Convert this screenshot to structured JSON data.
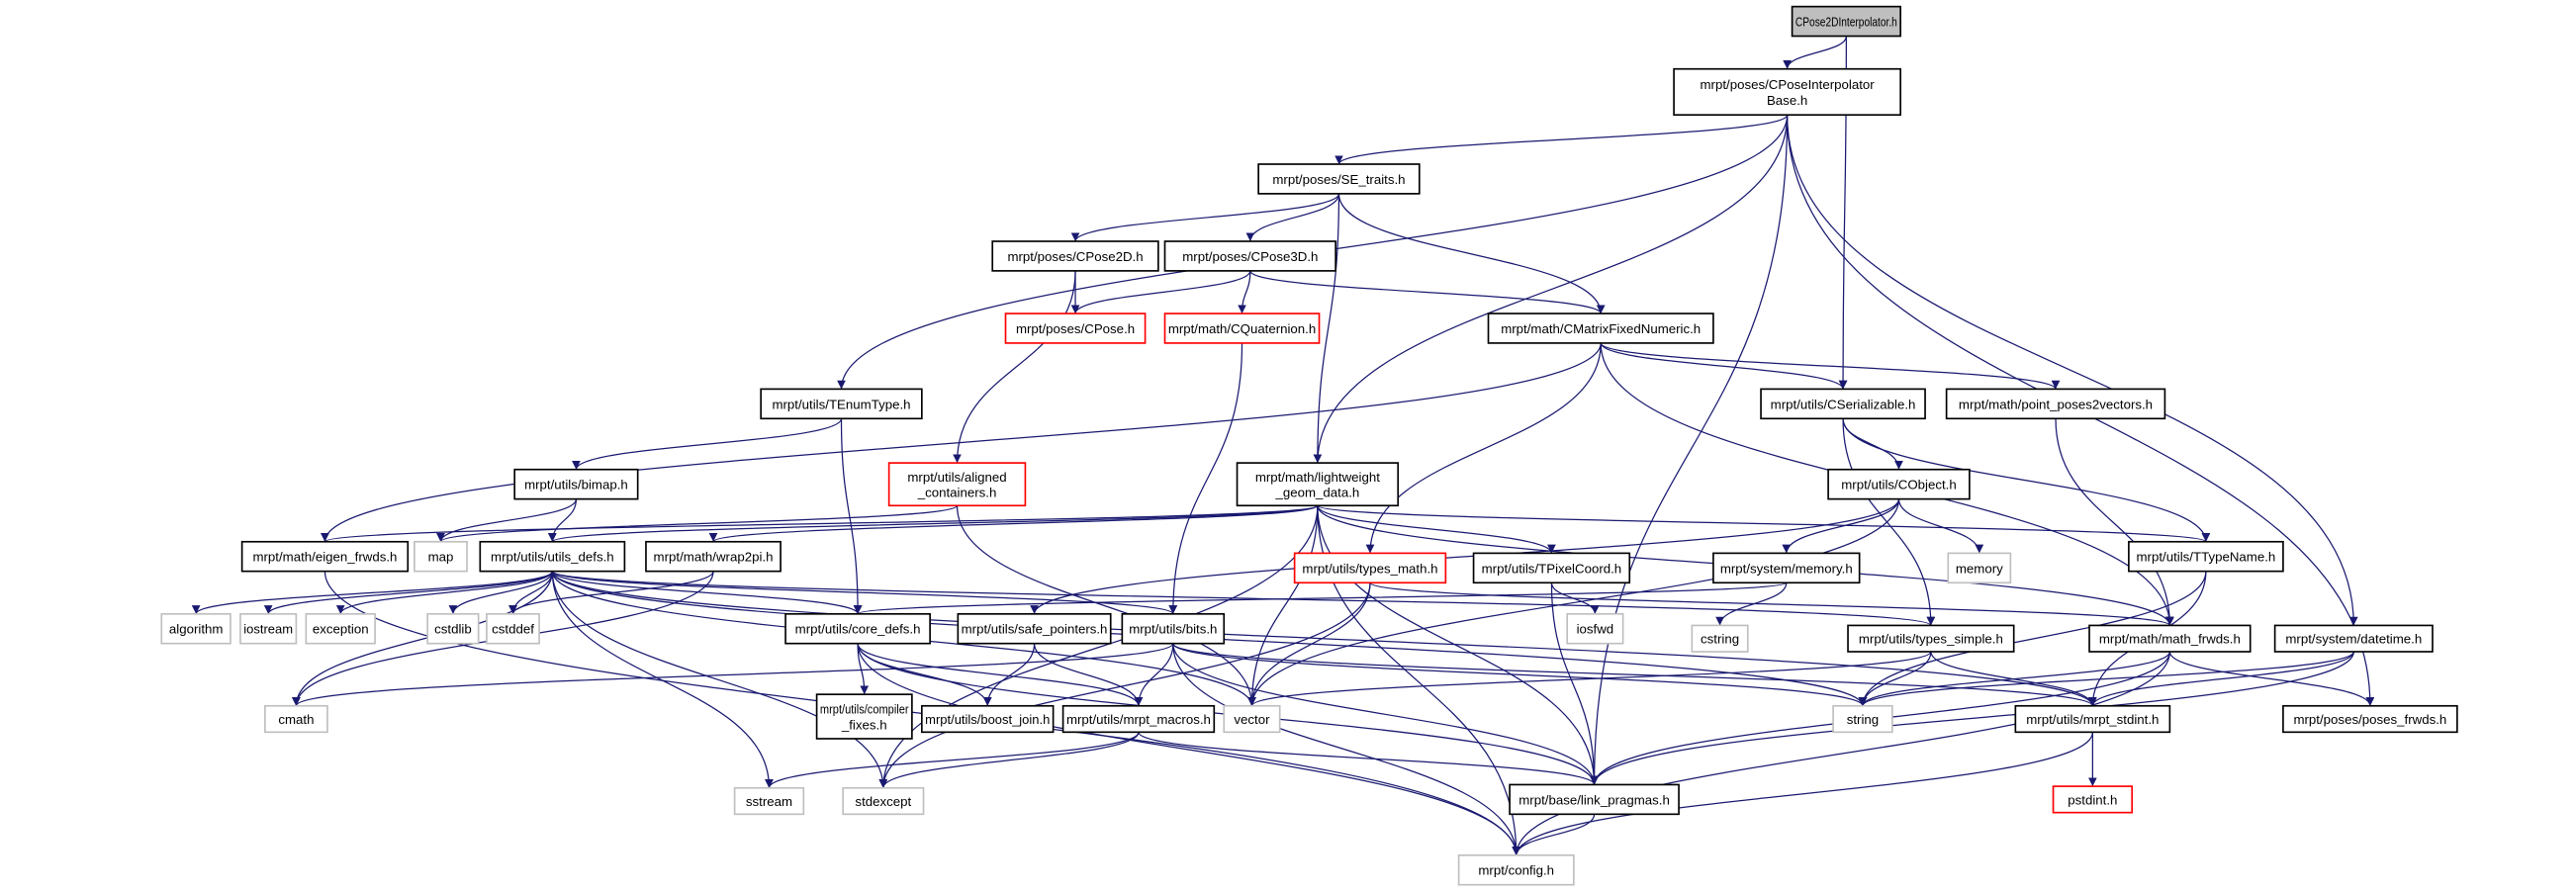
{
  "graph": {
    "title": "CPose2DInterpolator.h",
    "colors": {
      "edge": "#191970",
      "root_fill": "#bfbfbf",
      "missing_border": "#ff0000",
      "system_border": "#bfbfbf"
    },
    "nodes": [
      {
        "id": "interp",
        "lines": [
          "CPose2DInterpolator.h"
        ],
        "style": "root"
      },
      {
        "id": "base",
        "lines": [
          "mrpt/poses/CPoseInterpolator",
          "Base.h"
        ],
        "style": "normal"
      },
      {
        "id": "se_traits",
        "lines": [
          "mrpt/poses/SE_traits.h"
        ],
        "style": "normal"
      },
      {
        "id": "cpose2d",
        "lines": [
          "mrpt/poses/CPose2D.h"
        ],
        "style": "normal"
      },
      {
        "id": "cpose3d",
        "lines": [
          "mrpt/poses/CPose3D.h"
        ],
        "style": "normal"
      },
      {
        "id": "cpose",
        "lines": [
          "mrpt/poses/CPose.h"
        ],
        "style": "red"
      },
      {
        "id": "cquat",
        "lines": [
          "mrpt/math/CQuaternion.h"
        ],
        "style": "red"
      },
      {
        "id": "cmatfix",
        "lines": [
          "mrpt/math/CMatrixFixedNumeric.h"
        ],
        "style": "normal"
      },
      {
        "id": "tenum",
        "lines": [
          "mrpt/utils/TEnumType.h"
        ],
        "style": "normal"
      },
      {
        "id": "cserial",
        "lines": [
          "mrpt/utils/CSerializable.h"
        ],
        "style": "normal"
      },
      {
        "id": "pp2v",
        "lines": [
          "mrpt/math/point_poses2vectors.h"
        ],
        "style": "normal"
      },
      {
        "id": "bimap",
        "lines": [
          "mrpt/utils/bimap.h"
        ],
        "style": "normal"
      },
      {
        "id": "aligned",
        "lines": [
          "mrpt/utils/aligned",
          "_containers.h"
        ],
        "style": "red"
      },
      {
        "id": "lwgeom",
        "lines": [
          "mrpt/math/lightweight",
          "_geom_data.h"
        ],
        "style": "normal"
      },
      {
        "id": "cobject",
        "lines": [
          "mrpt/utils/CObject.h"
        ],
        "style": "normal"
      },
      {
        "id": "eigen",
        "lines": [
          "mrpt/math/eigen_frwds.h"
        ],
        "style": "normal"
      },
      {
        "id": "map",
        "lines": [
          "map"
        ],
        "style": "gray"
      },
      {
        "id": "utilsdefs",
        "lines": [
          "mrpt/utils/utils_defs.h"
        ],
        "style": "normal"
      },
      {
        "id": "wrap2pi",
        "lines": [
          "mrpt/math/wrap2pi.h"
        ],
        "style": "normal"
      },
      {
        "id": "typesmath",
        "lines": [
          "mrpt/utils/types_math.h"
        ],
        "style": "red"
      },
      {
        "id": "tpixel",
        "lines": [
          "mrpt/utils/TPixelCoord.h"
        ],
        "style": "normal"
      },
      {
        "id": "sysmem",
        "lines": [
          "mrpt/system/memory.h"
        ],
        "style": "normal"
      },
      {
        "id": "memory",
        "lines": [
          "memory"
        ],
        "style": "gray"
      },
      {
        "id": "ttypename",
        "lines": [
          "mrpt/utils/TTypeName.h"
        ],
        "style": "normal"
      },
      {
        "id": "algorithm",
        "lines": [
          "algorithm"
        ],
        "style": "gray"
      },
      {
        "id": "iostream",
        "lines": [
          "iostream"
        ],
        "style": "gray"
      },
      {
        "id": "exception",
        "lines": [
          "exception"
        ],
        "style": "gray"
      },
      {
        "id": "cstdlib",
        "lines": [
          "cstdlib"
        ],
        "style": "gray"
      },
      {
        "id": "cstddef",
        "lines": [
          "cstddef"
        ],
        "style": "gray"
      },
      {
        "id": "coredefs",
        "lines": [
          "mrpt/utils/core_defs.h"
        ],
        "style": "normal"
      },
      {
        "id": "safeptr",
        "lines": [
          "mrpt/utils/safe_pointers.h"
        ],
        "style": "normal"
      },
      {
        "id": "bits",
        "lines": [
          "mrpt/utils/bits.h"
        ],
        "style": "normal"
      },
      {
        "id": "iosfwd",
        "lines": [
          "iosfwd"
        ],
        "style": "gray"
      },
      {
        "id": "cstring",
        "lines": [
          "cstring"
        ],
        "style": "gray"
      },
      {
        "id": "typessimple",
        "lines": [
          "mrpt/utils/types_simple.h"
        ],
        "style": "normal"
      },
      {
        "id": "mathfrwds",
        "lines": [
          "mrpt/math/math_frwds.h"
        ],
        "style": "normal"
      },
      {
        "id": "datetime",
        "lines": [
          "mrpt/system/datetime.h"
        ],
        "style": "normal"
      },
      {
        "id": "cmath",
        "lines": [
          "cmath"
        ],
        "style": "gray"
      },
      {
        "id": "compfix",
        "lines": [
          "mrpt/utils/compiler",
          "_fixes.h"
        ],
        "style": "normal"
      },
      {
        "id": "boostjoin",
        "lines": [
          "mrpt/utils/boost_join.h"
        ],
        "style": "normal"
      },
      {
        "id": "macros",
        "lines": [
          "mrpt/utils/mrpt_macros.h"
        ],
        "style": "normal"
      },
      {
        "id": "vector",
        "lines": [
          "vector"
        ],
        "style": "gray"
      },
      {
        "id": "string",
        "lines": [
          "string"
        ],
        "style": "gray"
      },
      {
        "id": "stdint",
        "lines": [
          "mrpt/utils/mrpt_stdint.h"
        ],
        "style": "normal"
      },
      {
        "id": "posesfrwds",
        "lines": [
          "mrpt/poses/poses_frwds.h"
        ],
        "style": "normal"
      },
      {
        "id": "sstream",
        "lines": [
          "sstream"
        ],
        "style": "gray"
      },
      {
        "id": "stdexcept",
        "lines": [
          "stdexcept"
        ],
        "style": "gray"
      },
      {
        "id": "linkprag",
        "lines": [
          "mrpt/base/link_pragmas.h"
        ],
        "style": "normal"
      },
      {
        "id": "pstdint",
        "lines": [
          "pstdint.h"
        ],
        "style": "red"
      },
      {
        "id": "config",
        "lines": [
          "mrpt/config.h"
        ],
        "style": "gray"
      }
    ],
    "edges": [
      [
        "interp",
        "base"
      ],
      [
        "interp",
        "cserial"
      ],
      [
        "base",
        "se_traits"
      ],
      [
        "base",
        "tenum"
      ],
      [
        "base",
        "lwgeom"
      ],
      [
        "base",
        "datetime"
      ],
      [
        "base",
        "posesfrwds"
      ],
      [
        "base",
        "linkprag"
      ],
      [
        "se_traits",
        "cpose2d"
      ],
      [
        "se_traits",
        "cpose3d"
      ],
      [
        "se_traits",
        "cmatfix"
      ],
      [
        "se_traits",
        "lwgeom"
      ],
      [
        "cpose2d",
        "cpose"
      ],
      [
        "cpose2d",
        "aligned"
      ],
      [
        "cpose3d",
        "cpose"
      ],
      [
        "cpose3d",
        "cquat"
      ],
      [
        "cpose3d",
        "cmatfix"
      ],
      [
        "cquat",
        "bits"
      ],
      [
        "cmatfix",
        "eigen"
      ],
      [
        "cmatfix",
        "typesmath"
      ],
      [
        "cmatfix",
        "cserial"
      ],
      [
        "cmatfix",
        "pp2v"
      ],
      [
        "cmatfix",
        "mathfrwds"
      ],
      [
        "tenum",
        "bimap"
      ],
      [
        "tenum",
        "coredefs"
      ],
      [
        "cserial",
        "cobject"
      ],
      [
        "cserial",
        "ttypename"
      ],
      [
        "cserial",
        "typessimple"
      ],
      [
        "pp2v",
        "mathfrwds"
      ],
      [
        "bimap",
        "map"
      ],
      [
        "bimap",
        "utilsdefs"
      ],
      [
        "aligned",
        "map"
      ],
      [
        "aligned",
        "vector"
      ],
      [
        "lwgeom",
        "eigen"
      ],
      [
        "lwgeom",
        "utilsdefs"
      ],
      [
        "lwgeom",
        "wrap2pi"
      ],
      [
        "lwgeom",
        "tpixel"
      ],
      [
        "lwgeom",
        "ttypename"
      ],
      [
        "lwgeom",
        "mathfrwds"
      ],
      [
        "lwgeom",
        "vector"
      ],
      [
        "lwgeom",
        "stdexcept"
      ],
      [
        "lwgeom",
        "config"
      ],
      [
        "lwgeom",
        "linkprag"
      ],
      [
        "cobject",
        "memory"
      ],
      [
        "cobject",
        "sysmem"
      ],
      [
        "cobject",
        "vector"
      ],
      [
        "cobject",
        "safeptr"
      ],
      [
        "utilsdefs",
        "algorithm"
      ],
      [
        "utilsdefs",
        "iostream"
      ],
      [
        "utilsdefs",
        "exception"
      ],
      [
        "utilsdefs",
        "cstdlib"
      ],
      [
        "utilsdefs",
        "cstddef"
      ],
      [
        "utilsdefs",
        "cmath"
      ],
      [
        "utilsdefs",
        "coredefs"
      ],
      [
        "utilsdefs",
        "bits"
      ],
      [
        "utilsdefs",
        "typessimple"
      ],
      [
        "utilsdefs",
        "stdint"
      ],
      [
        "utilsdefs",
        "vector"
      ],
      [
        "utilsdefs",
        "string"
      ],
      [
        "utilsdefs",
        "sstream"
      ],
      [
        "utilsdefs",
        "stdexcept"
      ],
      [
        "eigen",
        "config"
      ],
      [
        "wrap2pi",
        "cstddef"
      ],
      [
        "wrap2pi",
        "cmath"
      ],
      [
        "typesmath",
        "vector"
      ],
      [
        "typesmath",
        "mathfrwds"
      ],
      [
        "typesmath",
        "stdexcept"
      ],
      [
        "tpixel",
        "iosfwd"
      ],
      [
        "tpixel",
        "linkprag"
      ],
      [
        "sysmem",
        "cstring"
      ],
      [
        "sysmem",
        "coredefs"
      ],
      [
        "ttypename",
        "string"
      ],
      [
        "ttypename",
        "stdint"
      ],
      [
        "coredefs",
        "compfix"
      ],
      [
        "coredefs",
        "boostjoin"
      ],
      [
        "coredefs",
        "macros"
      ],
      [
        "coredefs",
        "linkprag"
      ],
      [
        "coredefs",
        "config"
      ],
      [
        "safeptr",
        "boostjoin"
      ],
      [
        "safeptr",
        "macros"
      ],
      [
        "bits",
        "cmath"
      ],
      [
        "bits",
        "macros"
      ],
      [
        "bits",
        "linkprag"
      ],
      [
        "bits",
        "config"
      ],
      [
        "bits",
        "stdint"
      ],
      [
        "bits",
        "string"
      ],
      [
        "typessimple",
        "vector"
      ],
      [
        "typessimple",
        "string"
      ],
      [
        "typessimple",
        "stdint"
      ],
      [
        "mathfrwds",
        "string"
      ],
      [
        "mathfrwds",
        "posesfrwds"
      ],
      [
        "mathfrwds",
        "linkprag"
      ],
      [
        "mathfrwds",
        "config"
      ],
      [
        "datetime",
        "string"
      ],
      [
        "datetime",
        "stdint"
      ],
      [
        "datetime",
        "linkprag"
      ],
      [
        "stdint",
        "pstdint"
      ],
      [
        "stdint",
        "config"
      ],
      [
        "macros",
        "sstream"
      ],
      [
        "macros",
        "stdexcept"
      ],
      [
        "macros",
        "linkprag"
      ],
      [
        "linkprag",
        "config"
      ]
    ]
  }
}
